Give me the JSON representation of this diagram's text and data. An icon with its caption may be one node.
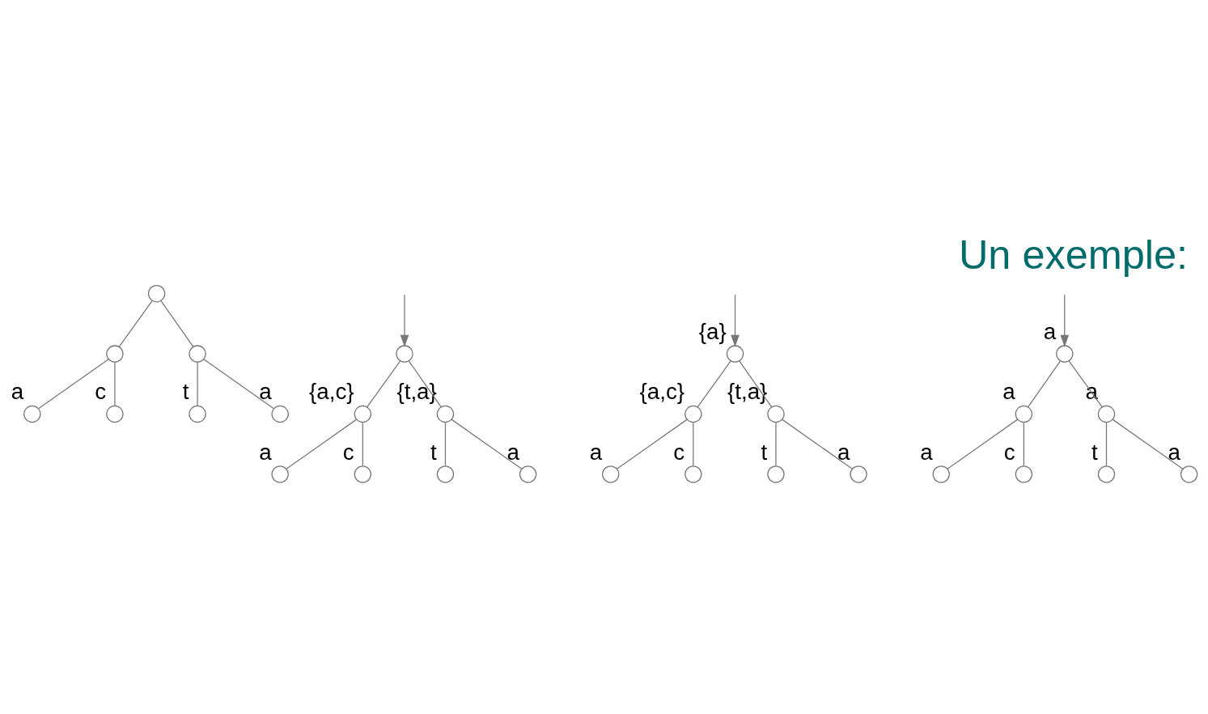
{
  "diagram": {
    "title": "Un exemple:",
    "nodes": [
      {
        "text": [],
        "shape": "circle"
      },
      {
        "text": [],
        "shape": "circle"
      },
      {
        "text": [],
        "shape": "circle"
      },
      {
        "text": [],
        "shape": "circle",
        "beside": [
          "a"
        ]
      },
      {
        "text": [],
        "shape": "circle",
        "beside": [
          "c"
        ]
      },
      {
        "text": [],
        "shape": "circle",
        "beside": [
          "t"
        ]
      },
      {
        "text": [],
        "shape": "circle",
        "beside": [
          "a"
        ]
      },
      {
        "text": [],
        "shape": "circle"
      },
      {
        "text": [],
        "shape": "circle",
        "beside": [
          "{a,c}"
        ]
      },
      {
        "text": [],
        "shape": "circle",
        "beside": [
          "{t,a}"
        ]
      },
      {
        "text": [],
        "shape": "circle",
        "beside": [
          "a"
        ]
      },
      {
        "text": [],
        "shape": "circle",
        "beside": [
          "c"
        ]
      },
      {
        "text": [],
        "shape": "circle",
        "beside": [
          "t"
        ]
      },
      {
        "text": [],
        "shape": "circle",
        "beside": [
          "a"
        ]
      },
      {
        "text": [],
        "shape": "circle",
        "beside": [
          "{a}"
        ]
      },
      {
        "text": [],
        "shape": "circle",
        "beside": [
          "{a,c}"
        ]
      },
      {
        "text": [],
        "shape": "circle",
        "beside": [
          "{t,a}"
        ]
      },
      {
        "text": [],
        "shape": "circle",
        "beside": [
          "a"
        ]
      },
      {
        "text": [],
        "shape": "circle",
        "beside": [
          "c"
        ]
      },
      {
        "text": [],
        "shape": "circle",
        "beside": [
          "t"
        ]
      },
      {
        "text": [],
        "shape": "circle",
        "beside": [
          "a"
        ]
      },
      {
        "text": [],
        "shape": "circle",
        "beside": [
          "a"
        ]
      },
      {
        "text": [],
        "shape": "circle",
        "beside": [
          "a"
        ]
      },
      {
        "text": [],
        "shape": "circle",
        "beside": [
          "a"
        ]
      },
      {
        "text": [],
        "shape": "circle",
        "beside": [
          "a"
        ]
      },
      {
        "text": [],
        "shape": "circle",
        "beside": [
          "c"
        ]
      },
      {
        "text": [],
        "shape": "circle",
        "beside": [
          "t"
        ]
      },
      {
        "text": [],
        "shape": "circle",
        "beside": [
          "a"
        ]
      }
    ],
    "edges": [
      {
        "from": 0,
        "to": 1,
        "arrow": "none"
      },
      {
        "from": 0,
        "to": 2,
        "arrow": "none"
      },
      {
        "from": 1,
        "to": 3,
        "arrow": "none"
      },
      {
        "from": 1,
        "to": 4,
        "arrow": "none"
      },
      {
        "from": 2,
        "to": 5,
        "arrow": "none"
      },
      {
        "from": 2,
        "to": 6,
        "arrow": "none"
      },
      {
        "from": 7,
        "to": 8,
        "arrow": "none"
      },
      {
        "from": 7,
        "to": 9,
        "arrow": "none"
      },
      {
        "from": 8,
        "to": 10,
        "arrow": "none"
      },
      {
        "from": 8,
        "to": 11,
        "arrow": "none"
      },
      {
        "from": 9,
        "to": 12,
        "arrow": "none"
      },
      {
        "from": 9,
        "to": 13,
        "arrow": "none"
      },
      {
        "from": 14,
        "to": 15,
        "arrow": "none"
      },
      {
        "from": 14,
        "to": 16,
        "arrow": "none"
      },
      {
        "from": 15,
        "to": 17,
        "arrow": "none"
      },
      {
        "from": 15,
        "to": 18,
        "arrow": "none"
      },
      {
        "from": 16,
        "to": 19,
        "arrow": "none"
      },
      {
        "from": 16,
        "to": 20,
        "arrow": "none"
      },
      {
        "from": 21,
        "to": 22,
        "arrow": "none"
      },
      {
        "from": 21,
        "to": 23,
        "arrow": "none"
      },
      {
        "from": 22,
        "to": 24,
        "arrow": "none"
      },
      {
        "from": 22,
        "to": 25,
        "arrow": "none"
      },
      {
        "from": 23,
        "to": 26,
        "arrow": "none"
      },
      {
        "from": 23,
        "to": 27,
        "arrow": "none"
      },
      {
        "from": null,
        "to": 7,
        "arrow": "to"
      },
      {
        "from": null,
        "to": 14,
        "arrow": "to"
      },
      {
        "from": null,
        "to": 21,
        "arrow": "to"
      }
    ]
  }
}
